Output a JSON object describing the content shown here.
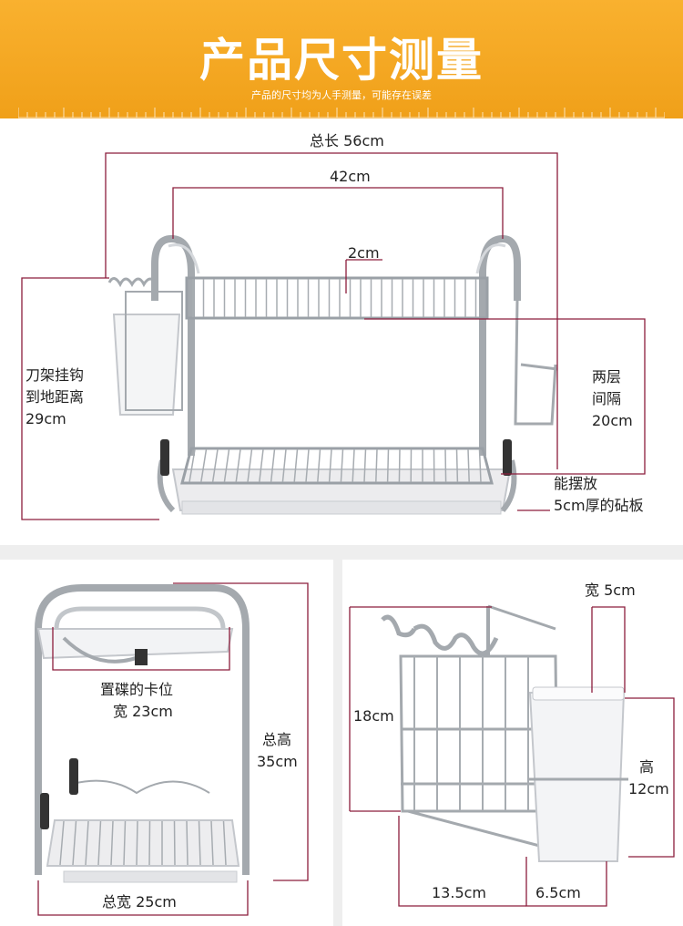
{
  "header": {
    "title": "产品尺寸测量",
    "subtitle": "产品的尺寸均为人手测量，可能存在误差"
  },
  "colors": {
    "banner": "#f5a623",
    "dimension_line": "#8c1d3c",
    "chrome": "#9aa0a6"
  },
  "main_view": {
    "total_length": "总长 56cm",
    "inner_length": "42cm",
    "wire_gap": "2cm",
    "knife_hook_height": [
      "刀架挂钩",
      "到地距离",
      "29cm"
    ],
    "layer_gap": [
      "两层",
      "间隔",
      "20cm"
    ],
    "board_capacity": [
      "能摆放",
      "5cm厚的砧板"
    ]
  },
  "side_view": {
    "plate_slot": [
      "置碟的卡位",
      "宽 23cm"
    ],
    "total_height": [
      "总高",
      "35cm"
    ],
    "total_width": "总宽 25cm"
  },
  "holder_view": {
    "cup_width": "宽 5cm",
    "rack_height": "18cm",
    "cup_height": [
      "高",
      "12cm"
    ],
    "rack_depth": "13.5cm",
    "cup_depth": "6.5cm"
  }
}
